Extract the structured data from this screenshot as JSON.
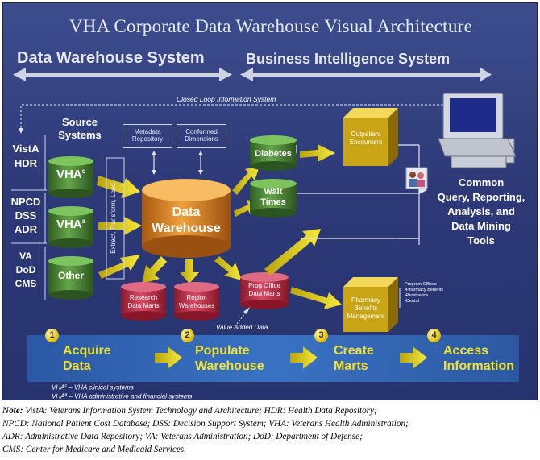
{
  "title": "VHA Corporate Data Warehouse Visual Architecture",
  "sections": {
    "dw": "Data Warehouse System",
    "bi": "Business Intelligence System"
  },
  "closed_loop": "Closed Loop Information System",
  "source_systems": {
    "label_line1": "Source",
    "label_line2": "Systems",
    "groups": [
      {
        "line1": "VistA",
        "line2": "HDR",
        "line3": ""
      },
      {
        "line1": "NPCD",
        "line2": "DSS",
        "line3": "ADR"
      },
      {
        "line1": "VA",
        "line2": "DoD",
        "line3": "CMS"
      }
    ],
    "cylinders": [
      {
        "label": "VHA",
        "sup": "c"
      },
      {
        "label": "VHA",
        "sup": "a"
      },
      {
        "label": "Other",
        "sup": ""
      }
    ]
  },
  "etl": "Extract, Transform, Load",
  "metadata": {
    "line1": "Metadata",
    "line2": "Repository"
  },
  "conformed": {
    "line1": "Conformed",
    "line2": "Dimensions"
  },
  "warehouse": {
    "line1": "Data",
    "line2": "Warehouse"
  },
  "marts": {
    "diabetes": "Diabetes",
    "wait_line1": "Wait",
    "wait_line2": "Times",
    "research_line1": "Research",
    "research_line2": "Data Marts",
    "region_line1": "Region",
    "region_line2": "Warehouses",
    "prog_line1": "Prog Office",
    "prog_line2": "Data Marts"
  },
  "cubes": {
    "outpatient_line1": "Outpatient",
    "outpatient_line2": "Encounters",
    "pharmacy_line1": "Pharmacy",
    "pharmacy_line2": "Benefits",
    "pharmacy_line3": "Management"
  },
  "tools": {
    "line1": "Common",
    "line2": "Query, Reporting,",
    "line3": "Analysis, and",
    "line4": "Data Mining",
    "line5": "Tools"
  },
  "program_offices": [
    "Program Offices",
    "•Pharmacy Benefits",
    "•Prosthetics",
    "•Dental"
  ],
  "value_added": "Value Added Data",
  "steps": [
    {
      "num": "1",
      "line1": "Acquire",
      "line2": "Data"
    },
    {
      "num": "2",
      "line1": "Populate",
      "line2": "Warehouse"
    },
    {
      "num": "3",
      "line1": "Create",
      "line2": "Marts"
    },
    {
      "num": "4",
      "line1": "Access",
      "line2": "Information"
    }
  ],
  "footnotes": [
    {
      "label": "VHA",
      "sup": "c",
      "text": " – VHA clinical systems"
    },
    {
      "label": "VHA",
      "sup": "a",
      "text": " – VHA administrative and financial systems"
    }
  ],
  "caption": {
    "note_label": "Note:",
    "lines": [
      " VistA: Veterans Information System Technology and Architecture; HDR: Health Data Repository;",
      "NPCD: National Patient Cost Database; DSS: Decision Support System; VHA: Veterans Health Administration;",
      "ADR: Administrative Data Repository; VA: Veterans Administration; DoD: Department of Defense;",
      "CMS: Center for Medicare and Medicaid Services."
    ]
  },
  "colors": {
    "background": "#2e3a78",
    "yellow": "#f3e22a",
    "green": "#4f8a3a",
    "orange": "#e08a2a",
    "red": "#c0304a"
  }
}
